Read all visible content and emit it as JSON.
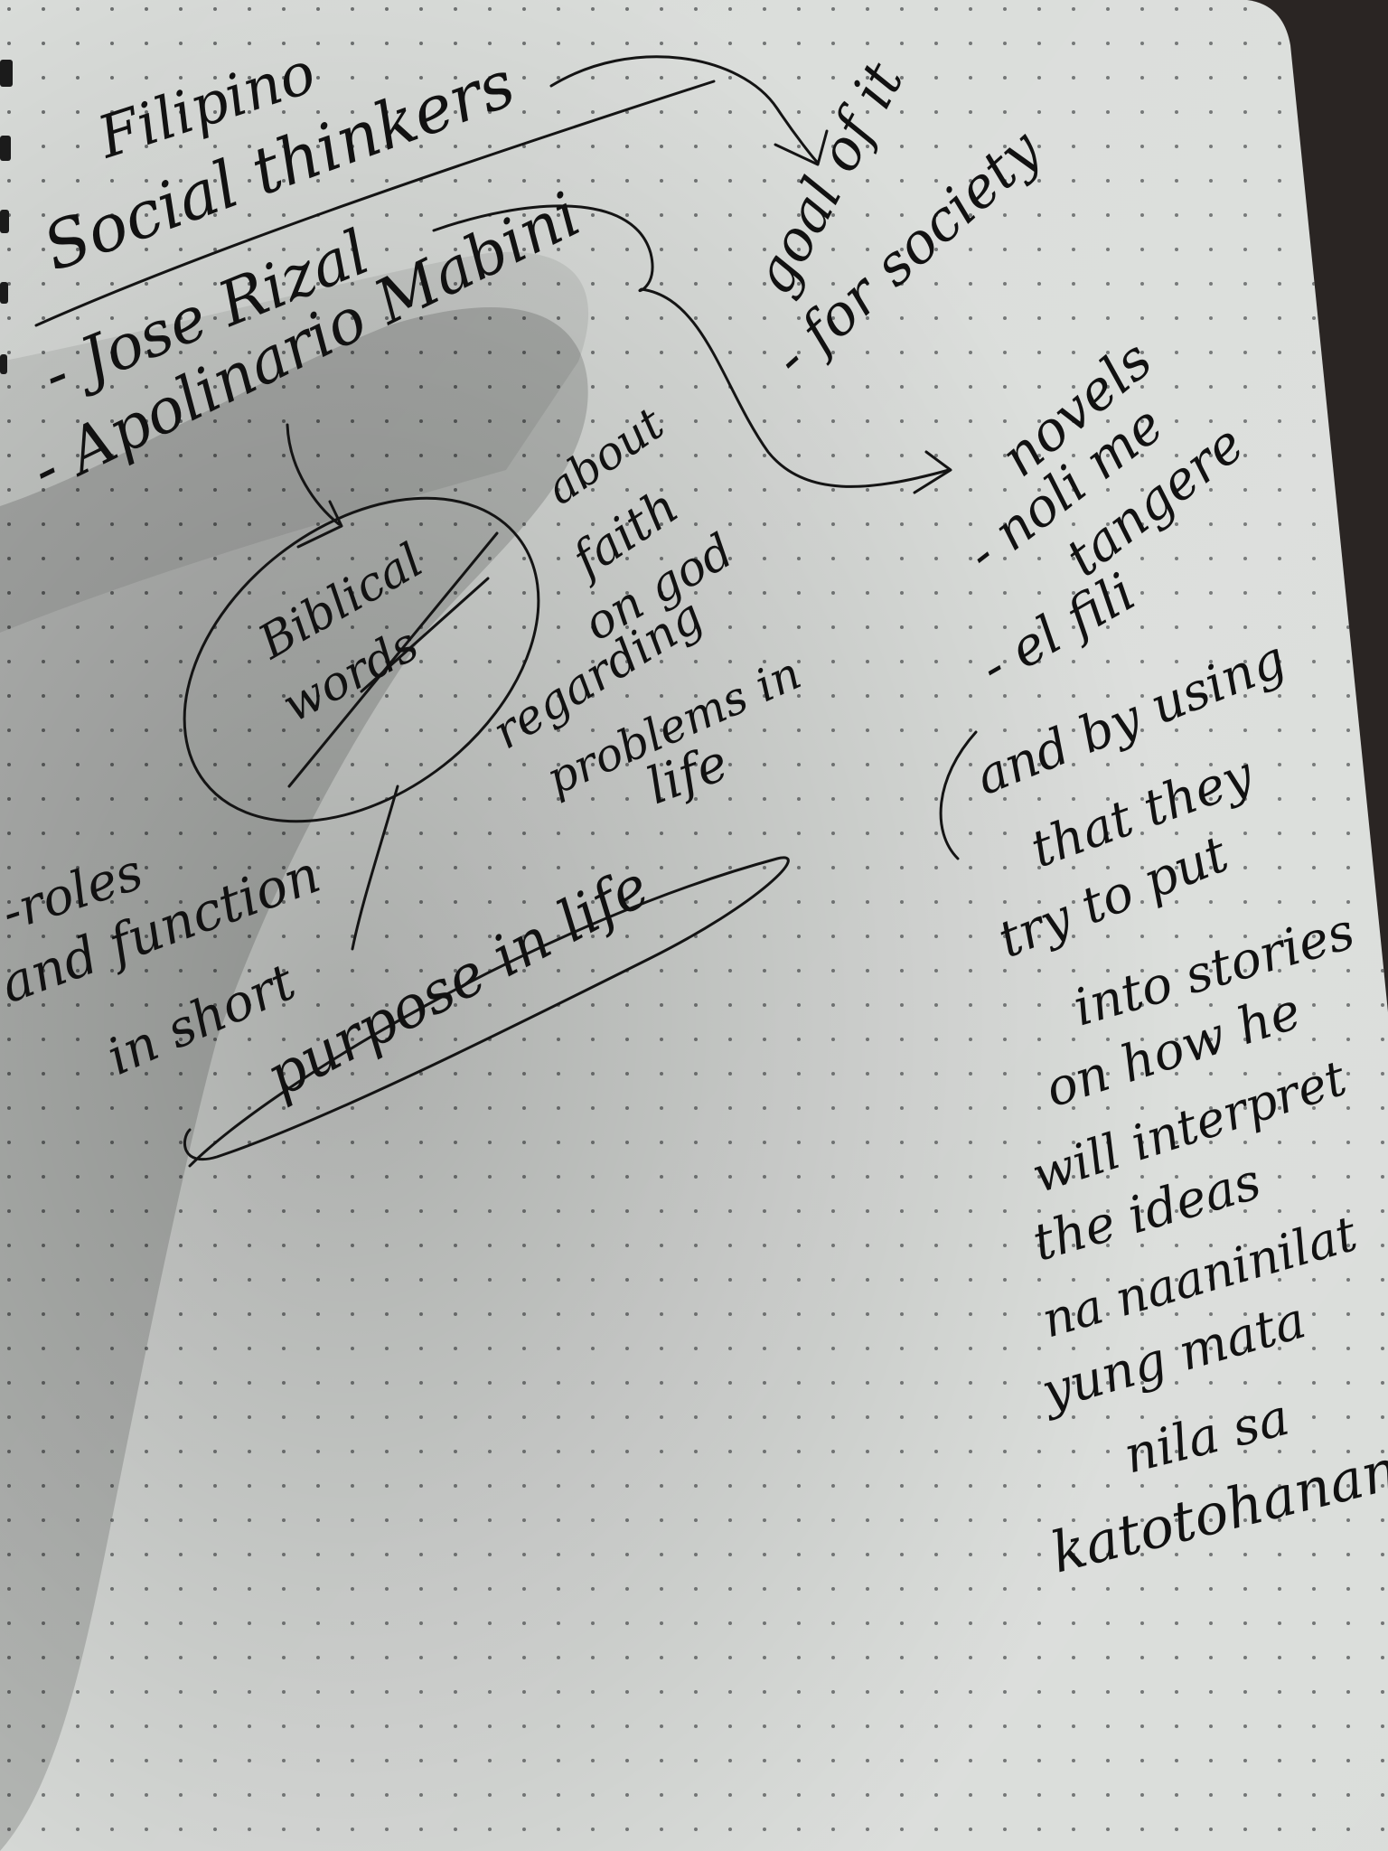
{
  "notes": {
    "title_line1": "Filipino",
    "title_line2": "Social thinkers",
    "name1": "- Jose Rizal",
    "name2": "- Apolinario Mabini",
    "goal_line1": "goal of it",
    "goal_line2": "- for society",
    "novels_line1": "novels",
    "novels_line2": "- noli me",
    "novels_line3": "tangere",
    "novels_line4": "- el fili",
    "explain": [
      "and by using",
      "that they",
      "try to put",
      "into stories",
      "on how he",
      "will interpret",
      "the ideas",
      "na naaninilat",
      "yung mata",
      "nila sa",
      "katotohanan."
    ],
    "biblical_line1": "Biblical",
    "biblical_line2": "words",
    "faith": [
      "about",
      "faith",
      "on god",
      "regarding",
      "problems in",
      "life"
    ],
    "roles_line1": "-roles",
    "roles_line2": "and function",
    "roles_line3": "in short",
    "purpose": "purpose in life"
  },
  "colors": {
    "paper": "#d9dcd9",
    "ink": "#111111",
    "shadow": "#9fa3a3",
    "background": "#2a2523"
  }
}
